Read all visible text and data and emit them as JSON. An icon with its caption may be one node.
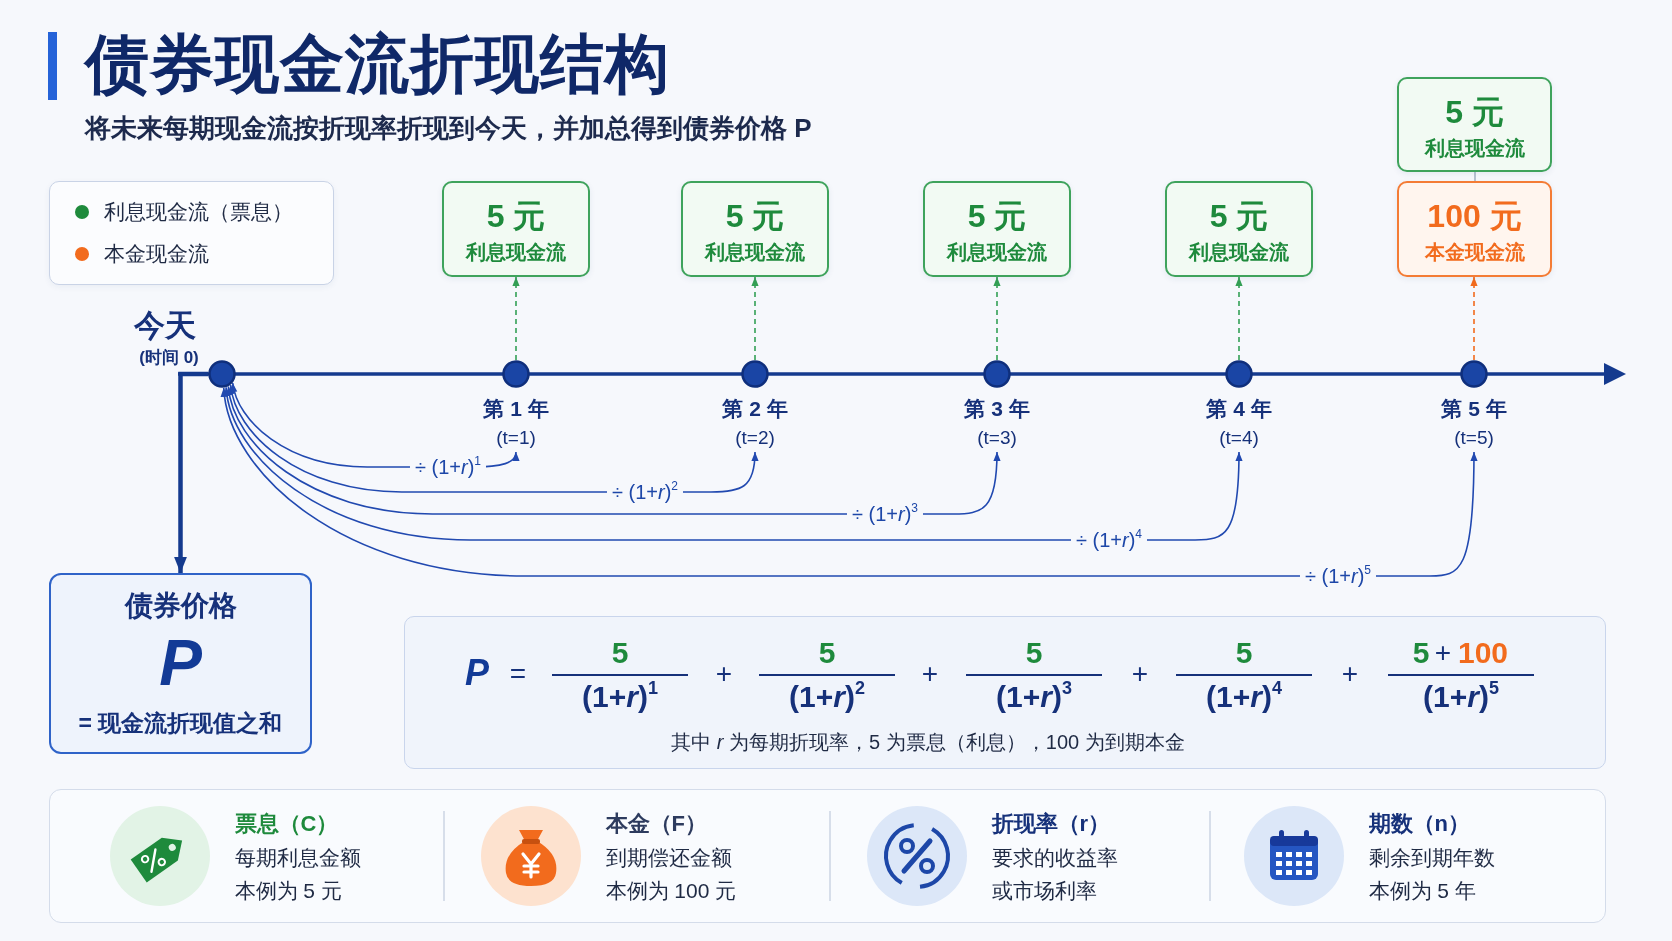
{
  "diagram": {
    "title": "债券现金流折现结构",
    "nodes": [
      {
        "text": [
          "5 元",
          "利息现金流"
        ]
      },
      {
        "text": [
          "5 元",
          "利息现金流"
        ]
      },
      {
        "text": [
          "5 元",
          "利息现金流"
        ]
      },
      {
        "text": [
          "5 元",
          "利息现金流"
        ]
      },
      {
        "text": [
          "5 元",
          "利息现金流"
        ]
      },
      {
        "text": [
          "100 元",
          "本金现金流"
        ]
      },
      {
        "text": [],
        "shape": "circle",
        "beside": [
          "今天",
          "(时间 0)"
        ]
      },
      {
        "text": [],
        "shape": "circle",
        "beside": [
          "第 1 年",
          "(t=1)"
        ]
      },
      {
        "text": [],
        "shape": "circle",
        "beside": [
          "第 2 年",
          "(t=2)"
        ]
      },
      {
        "text": [],
        "shape": "circle",
        "beside": [
          "第 3 年",
          "(t=3)"
        ]
      },
      {
        "text": [],
        "shape": "circle",
        "beside": [
          "第 4 年",
          "(t=4)"
        ]
      },
      {
        "text": [],
        "shape": "circle",
        "beside": [
          "第 5 年",
          "(t=5)"
        ]
      },
      {
        "text": [
          "债券价格",
          "P",
          "= 现金流折现值之和"
        ]
      },
      {
        "text": [
          "P",
          "=",
          "5",
          "(1+*r*)$^{1}$",
          "+",
          "5",
          "(1+*r*)$^{2}$",
          "+",
          "5",
          "(1+*r*)$^{3}$",
          "+",
          "5",
          "(1+*r*)$^{4}$",
          "+",
          "5",
          "+",
          "100",
          "(1+*r*)$^{5}$",
          "其中 *r* 为每期折现率，5 为票息（利息），100 为到期本金"
        ]
      },
      {
        "text": [],
        "shape": "box"
      },
      {
        "text": [
          "票息（C）",
          "每期利息金额",
          "本例为 5 元"
        ],
        "in": 14
      },
      {
        "text": [
          "本金（F）",
          "到期偿还金额",
          "本例为 100 元"
        ],
        "in": 14
      },
      {
        "text": [
          "折现率（r）",
          "要求的收益率",
          "或市场利率"
        ],
        "in": 14
      },
      {
        "text": [
          "期数（n）",
          "剩余到期年数",
          "本例为 5 年"
        ],
        "in": 14
      }
    ],
    "edges": [
      {
        "from": 7,
        "to": 0,
        "arrow": "to",
        "style": "dashed",
        "color": "#34a055"
      },
      {
        "from": 8,
        "to": 1,
        "arrow": "to",
        "style": "dashed",
        "color": "#34a055"
      },
      {
        "from": 9,
        "to": 2,
        "arrow": "to",
        "style": "dashed",
        "color": "#34a055"
      },
      {
        "from": 10,
        "to": 3,
        "arrow": "to",
        "style": "dashed",
        "color": "#34a055"
      },
      {
        "from": 11,
        "to": 5,
        "arrow": "to",
        "style": "dashed",
        "color": "#f26b1d"
      },
      {
        "from": 5,
        "to": 4,
        "arrow": "none",
        "color": "#a7b5c6"
      },
      {
        "from": 7,
        "to": 6,
        "arrow": "both",
        "label": "÷ (1+*r*)$^{1}$"
      },
      {
        "from": 8,
        "to": 6,
        "arrow": "both",
        "label": "÷ (1+*r*)$^{2}$"
      },
      {
        "from": 9,
        "to": 6,
        "arrow": "both",
        "label": "÷ (1+*r*)$^{3}$"
      },
      {
        "from": 10,
        "to": 6,
        "arrow": "both",
        "label": "÷ (1+*r*)$^{4}$"
      },
      {
        "from": 11,
        "to": 6,
        "arrow": "both",
        "label": "÷ (1+*r*)$^{5}$"
      },
      {
        "from": 6,
        "to": 12,
        "arrow": "to",
        "style": "thick"
      }
    ],
    "labels": [
      "将未来每期现金流按折现率折现到今天，并加总得到债券价格 P"
    ],
    "legend": [
      {
        "text": "利息现金流（票息）",
        "color": "#1e8a3c"
      },
      {
        "text": "本金现金流",
        "color": "#f26b1d"
      }
    ]
  }
}
